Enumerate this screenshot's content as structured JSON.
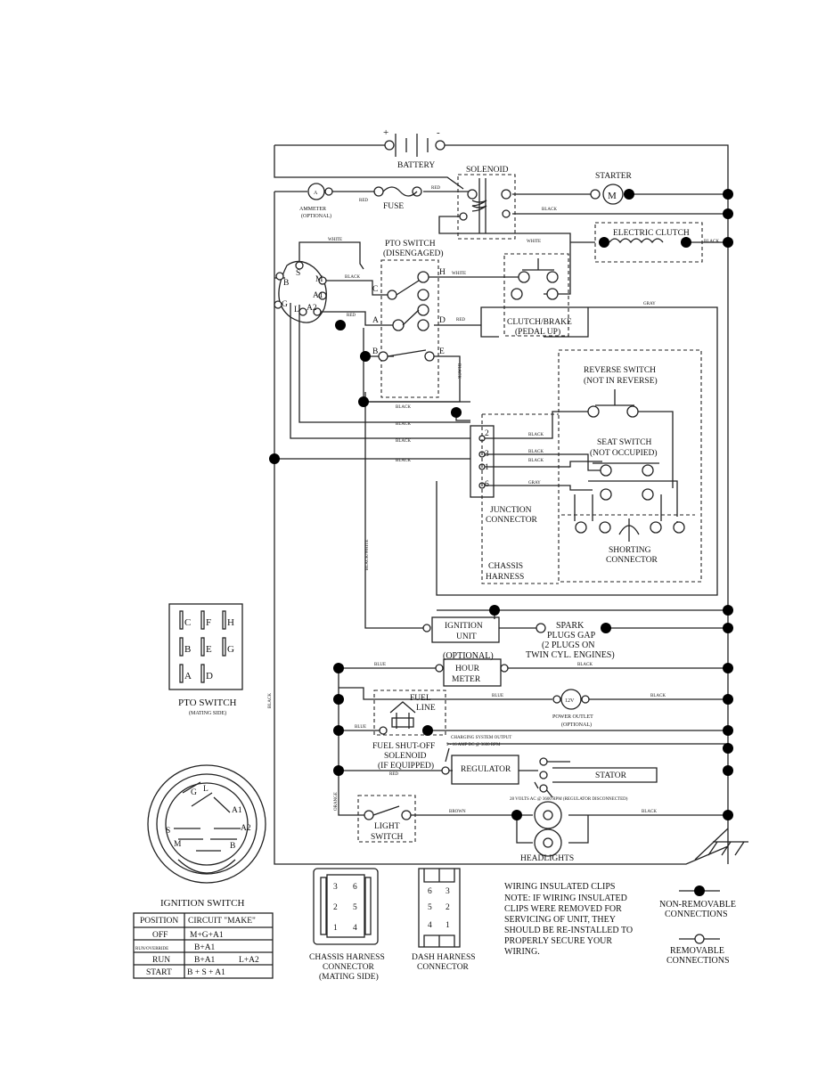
{
  "battery": {
    "label": "BATTERY",
    "pos": "+",
    "neg": "-"
  },
  "solenoid": {
    "label": "SOLENOID"
  },
  "starter": {
    "label": "STARTER",
    "symbol": "M"
  },
  "ammeter": {
    "label": "AMMETER",
    "sub": "(OPTIONAL)",
    "symbol": "A"
  },
  "fuse": {
    "label": "FUSE"
  },
  "electric_clutch": {
    "label": "ELECTRIC CLUTCH"
  },
  "pto_switch": {
    "label": "PTO SWITCH",
    "sub": "(DISENGAGED)",
    "terminals": [
      "H",
      "C",
      "A",
      "D",
      "B",
      "E"
    ]
  },
  "clutch_brake": {
    "label": "CLUTCH/BRAKE",
    "sub": "(PEDAL UP)"
  },
  "ignition_terminals": [
    "S",
    "M",
    "B",
    "A1",
    "L",
    "G",
    "A2"
  ],
  "reverse_switch": {
    "label": "REVERSE SWITCH",
    "sub": "(NOT IN REVERSE)"
  },
  "seat_switch": {
    "label": "SEAT SWITCH",
    "sub": "(NOT OCCUPIED)"
  },
  "junction": {
    "label": "JUNCTION",
    "sub": "CONNECTOR",
    "pins": [
      "2",
      "3",
      "1",
      "6"
    ]
  },
  "shorting": {
    "label": "SHORTING",
    "sub": "CONNECTOR"
  },
  "chassis_harness": {
    "label": "CHASSIS",
    "sub": "HARNESS"
  },
  "ignition_unit": {
    "label": "IGNITION",
    "sub": "UNIT"
  },
  "spark": {
    "line1": "SPARK",
    "line2": "PLUGS GAP",
    "line3": "(2 PLUGS ON",
    "line4": "TWIN CYL. ENGINES)"
  },
  "hour_meter": {
    "opt": "(OPTIONAL)",
    "label": "HOUR",
    "sub": "METER"
  },
  "power_outlet": {
    "symbol": "12V",
    "label": "POWER OUTLET",
    "sub": "(OPTIONAL)"
  },
  "fuel": {
    "line": "FUEL",
    "line2": "LINE",
    "shutoff": "FUEL SHUT-OFF",
    "solenoid": "SOLENOID",
    "if": "(IF EQUIPPED)"
  },
  "charging": {
    "title": "CHARGING SYSTEM OUTPUT",
    "sub": "9 - 16 AMP DC @ 3600 RPM"
  },
  "regulator": {
    "label": "REGULATOR"
  },
  "stator": {
    "label": "STATOR",
    "note": "28 VOLTS AC @ 3600 RPM (REGULATOR DISCONNECTED)"
  },
  "light_switch": {
    "label": "LIGHT",
    "sub": "SWITCH"
  },
  "headlights": {
    "label": "HEADLIGHTS"
  },
  "wires": {
    "red": "RED",
    "black": "BLACK",
    "white": "WHITE",
    "gray": "GRAY",
    "blue": "BLUE",
    "brown": "BROWN",
    "orange": "ORANGE",
    "black_white": "BLACK/WHITE"
  },
  "pto_mating": {
    "label": "PTO SWITCH",
    "sub": "(MATING SIDE)",
    "grid": [
      [
        "C",
        "F",
        "H"
      ],
      [
        "B",
        "E",
        "G"
      ],
      [
        "A",
        "D"
      ]
    ]
  },
  "ignition_switch": {
    "label": "IGNITION SWITCH",
    "terminals": [
      "G",
      "L",
      "A1",
      "S",
      "A2",
      "M",
      "B"
    ],
    "table": {
      "headers": [
        "POSITION",
        "CIRCUIT  \"MAKE\""
      ],
      "rows": [
        [
          "OFF",
          "M+G+A1",
          ""
        ],
        [
          "RUN/OVERRIDE",
          "B+A1",
          ""
        ],
        [
          "RUN",
          "B+A1",
          "L+A2"
        ],
        [
          "START",
          "B + S + A1",
          ""
        ]
      ]
    }
  },
  "chassis_conn": {
    "label": "CHASSIS HARNESS",
    "sub": "CONNECTOR",
    "sub2": "(MATING SIDE)",
    "pins": [
      "3",
      "6",
      "2",
      "5",
      "1",
      "4"
    ]
  },
  "dash_conn": {
    "label": "DASH HARNESS",
    "sub": "CONNECTOR",
    "pins": [
      "6",
      "3",
      "5",
      "2",
      "4",
      "1"
    ]
  },
  "notes": {
    "title": "WIRING INSULATED CLIPS",
    "body": [
      "NOTE:  IF WIRING INSULATED",
      "CLIPS WERE REMOVED FOR",
      "SERVICING OF UNIT, THEY",
      "SHOULD BE RE-INSTALLED TO",
      "PROPERLY SECURE YOUR",
      "WIRING."
    ]
  },
  "legend": {
    "non_removable": [
      "NON-REMOVABLE",
      "CONNECTIONS"
    ],
    "removable": [
      "REMOVABLE",
      "CONNECTIONS"
    ]
  }
}
